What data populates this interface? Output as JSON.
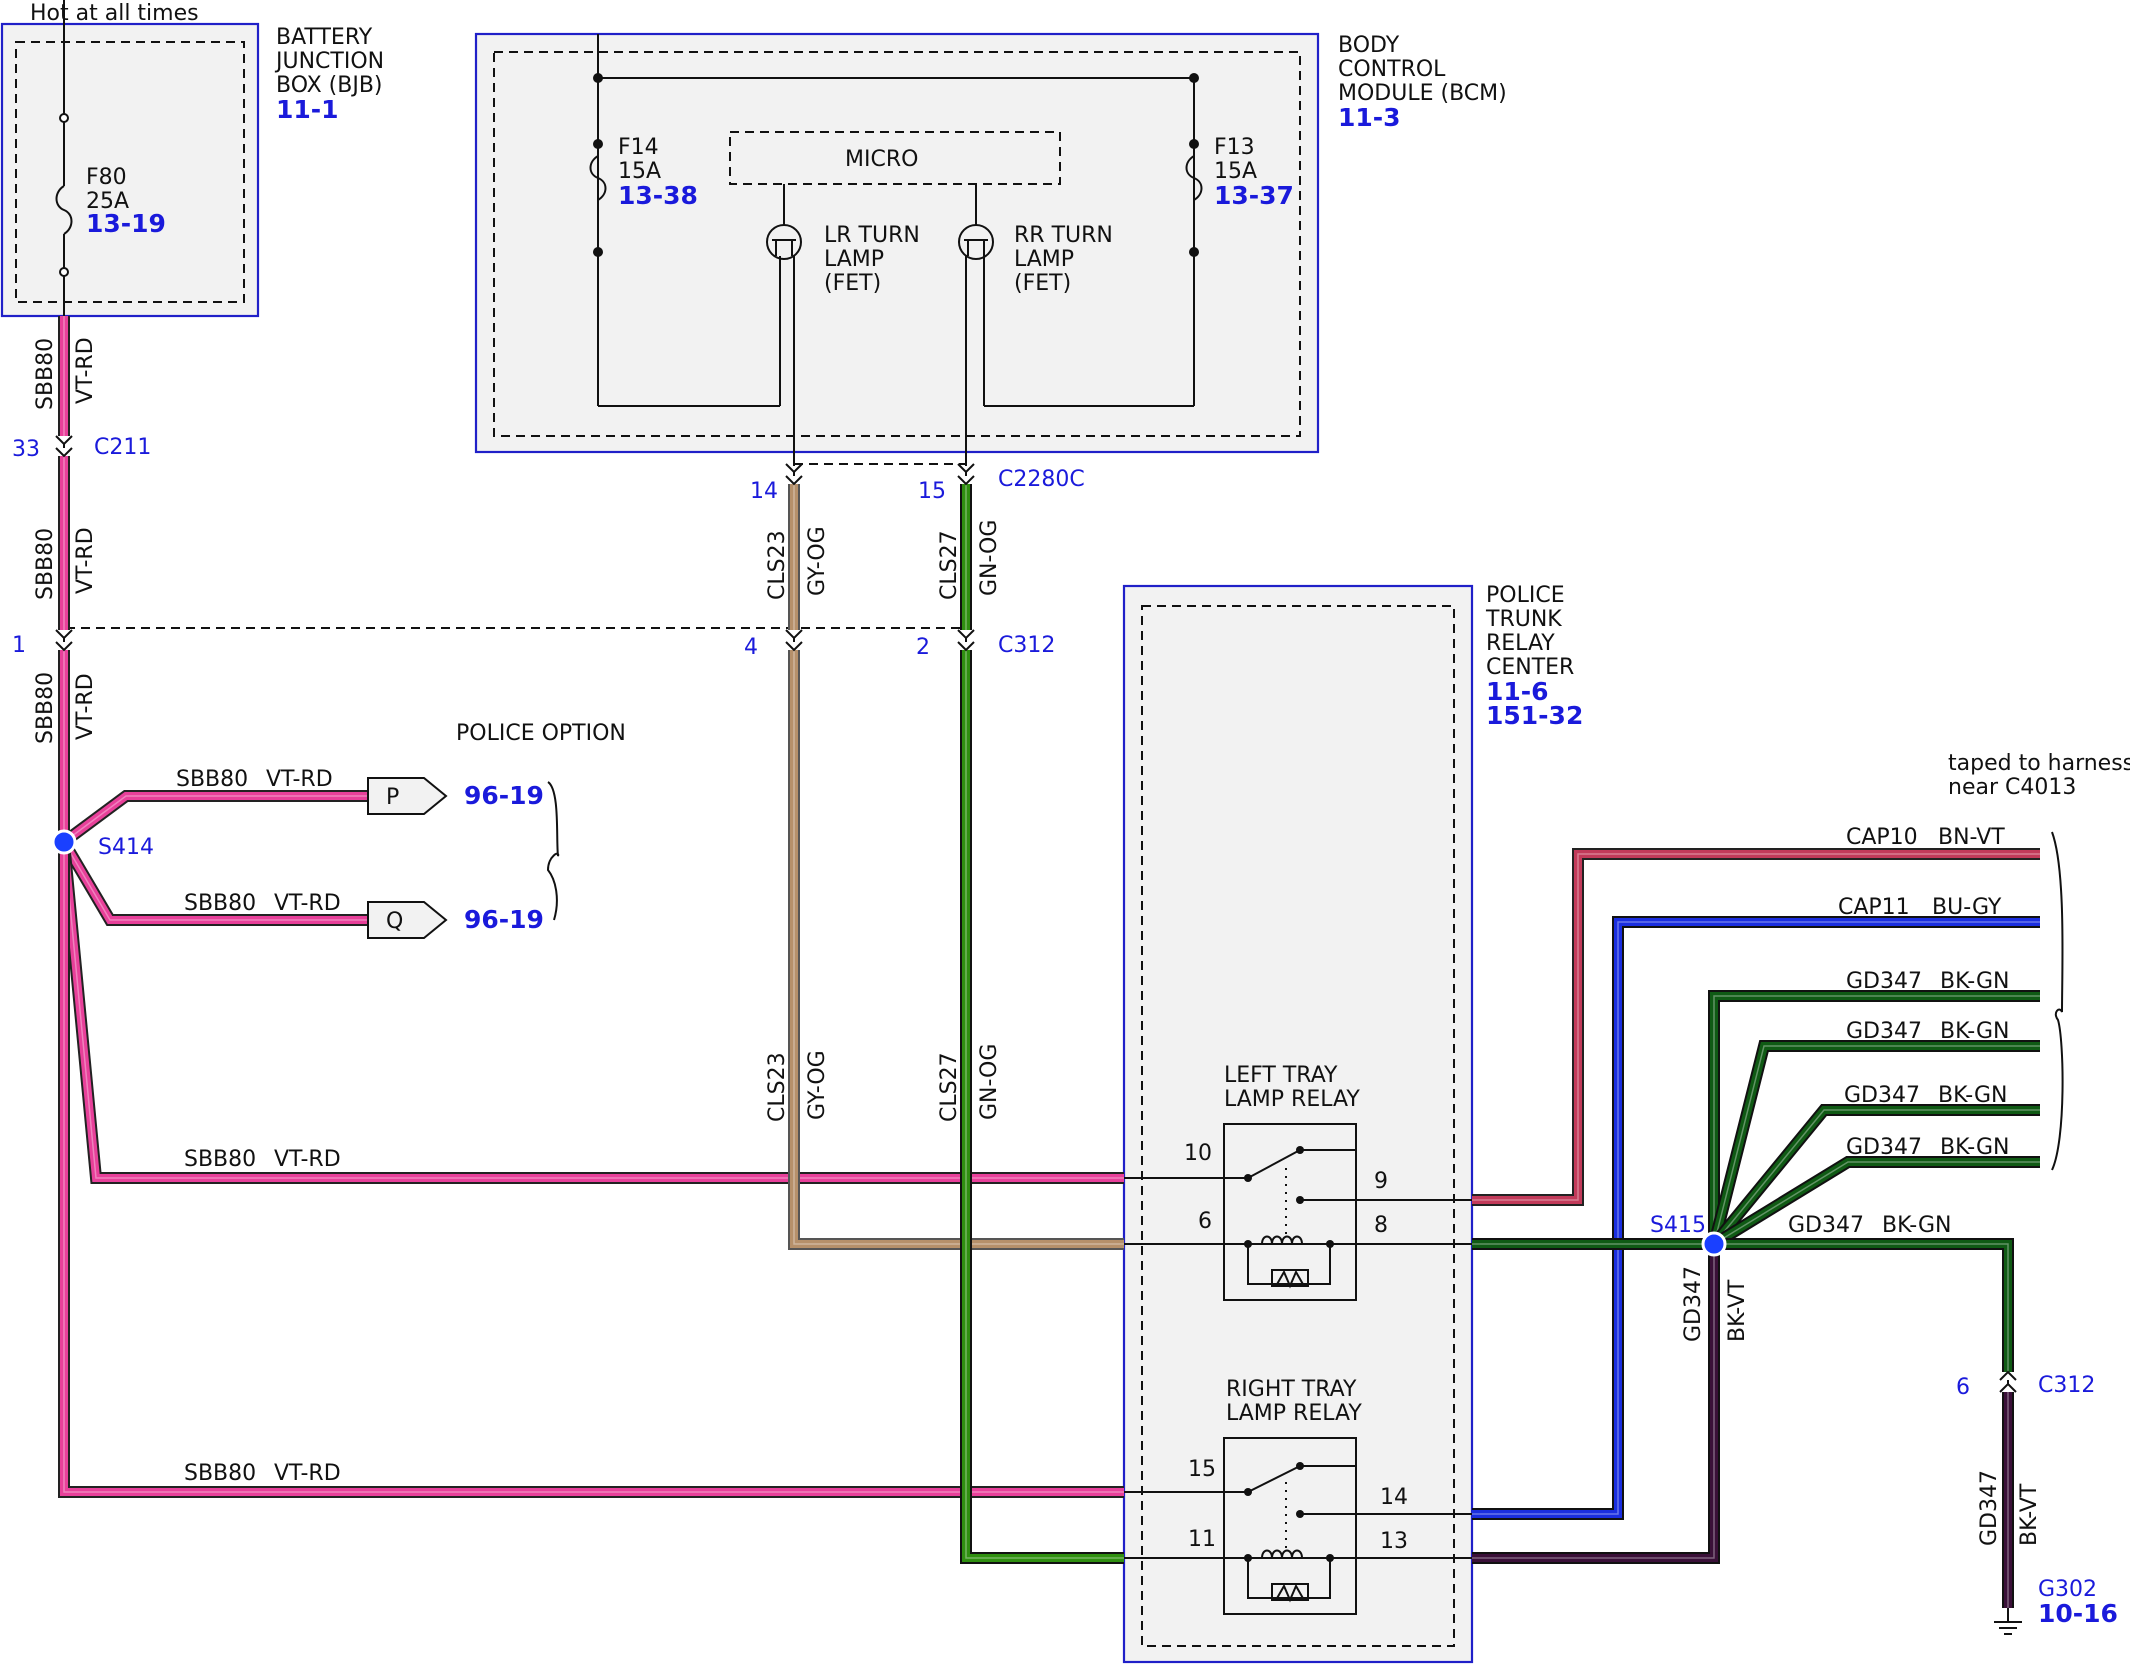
{
  "header": {
    "hot_label": "Hot at all times"
  },
  "colors": {
    "vt_rd": "#e8409a",
    "gy_og": "#b5906a",
    "gn_og": "#2f8f10",
    "bn_vt": "#c23a5a",
    "bu_gy": "#1a2ee0",
    "bk_gn": "#0f5a14",
    "bk_vt": "#3a1038",
    "splice": "#1a40ff",
    "module_border": "#2020c8"
  },
  "modules": {
    "bjb": {
      "name_lines": [
        "BATTERY",
        "JUNCTION",
        "BOX (BJB)"
      ],
      "ref": "11-1",
      "fuse": {
        "name": "F80",
        "rating": "25A",
        "ref": "13-19"
      }
    },
    "bcm": {
      "name_lines": [
        "BODY",
        "CONTROL",
        "MODULE (BCM)"
      ],
      "ref": "11-3",
      "micro": "MICRO",
      "fuse_left": {
        "name": "F14",
        "rating": "15A",
        "ref": "13-38"
      },
      "fuse_right": {
        "name": "F13",
        "rating": "15A",
        "ref": "13-37"
      },
      "fet_left": [
        "LR TURN",
        "LAMP",
        "(FET)"
      ],
      "fet_right": [
        "RR TURN",
        "LAMP",
        "(FET)"
      ]
    },
    "ptrc": {
      "name_lines": [
        "POLICE",
        "TRUNK",
        "RELAY",
        "CENTER"
      ],
      "refs": [
        "11-6",
        "151-32"
      ],
      "left_relay": {
        "title": [
          "LEFT TRAY",
          "LAMP RELAY"
        ],
        "pins": [
          "10",
          "9",
          "6",
          "8"
        ]
      },
      "right_relay": {
        "title": [
          "RIGHT TRAY",
          "LAMP RELAY"
        ],
        "pins": [
          "15",
          "14",
          "11",
          "13"
        ]
      }
    }
  },
  "connectors": {
    "c211": {
      "name": "C211",
      "pin": "33"
    },
    "c2280c": {
      "name": "C2280C",
      "pin_a": "14",
      "pin_b": "15"
    },
    "c312": {
      "name": "C312",
      "pin_a": "1",
      "pin_b": "4",
      "pin_c": "2"
    },
    "c312_ground": {
      "name": "C312",
      "pin": "6"
    }
  },
  "splices": {
    "s414": "S414",
    "s415": "S415"
  },
  "ground": {
    "name": "G302",
    "ref": "10-16"
  },
  "wires": {
    "sbb80": {
      "circuit": "SBB80",
      "color": "VT-RD"
    },
    "cls23": {
      "circuit": "CLS23",
      "color": "GY-OG"
    },
    "cls27": {
      "circuit": "CLS27",
      "color": "GN-OG"
    },
    "cap10": {
      "circuit": "CAP10",
      "color": "BN-VT"
    },
    "cap11": {
      "circuit": "CAP11",
      "color": "BU-GY"
    },
    "gd347_gn": {
      "circuit": "GD347",
      "color": "BK-GN"
    },
    "gd347_vt": {
      "circuit": "GD347",
      "color": "BK-VT"
    }
  },
  "police_option": {
    "title": "POLICE OPTION",
    "p_label": "P",
    "p_ref": "96-19",
    "q_label": "Q",
    "q_ref": "96-19"
  },
  "notes": {
    "taped_lines": [
      "taped to harness",
      "near C4013"
    ]
  }
}
